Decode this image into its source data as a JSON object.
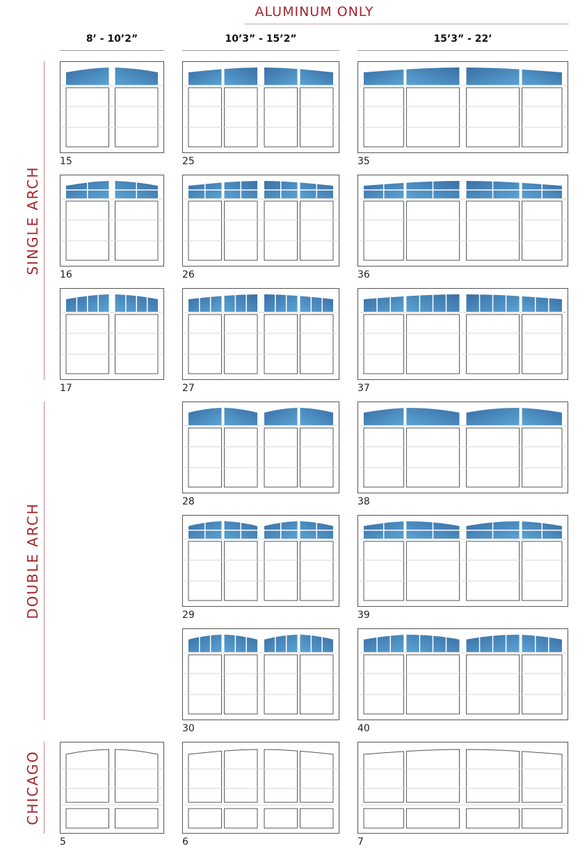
{
  "header": {
    "title": "ALUMINUM ONLY"
  },
  "columns": [
    {
      "label": "8’ - 10’2”"
    },
    {
      "label": "10’3” - 15’2”"
    },
    {
      "label": "15’3” - 22’"
    }
  ],
  "sections": [
    {
      "label": "SINGLE ARCH"
    },
    {
      "label": "DOUBLE ARCH"
    },
    {
      "label": "CHICAGO"
    }
  ],
  "doors": [
    {
      "number": "15",
      "col": 0,
      "row": 0,
      "arch": "single",
      "grid": "full"
    },
    {
      "number": "25",
      "col": 1,
      "row": 0,
      "arch": "single",
      "grid": "full"
    },
    {
      "number": "35",
      "col": 2,
      "row": 0,
      "arch": "single",
      "grid": "full"
    },
    {
      "number": "16",
      "col": 0,
      "row": 1,
      "arch": "single",
      "grid": "hsplit"
    },
    {
      "number": "26",
      "col": 1,
      "row": 1,
      "arch": "single",
      "grid": "hsplit"
    },
    {
      "number": "36",
      "col": 2,
      "row": 1,
      "arch": "single",
      "grid": "hsplit"
    },
    {
      "number": "17",
      "col": 0,
      "row": 2,
      "arch": "single",
      "grid": "vbars"
    },
    {
      "number": "27",
      "col": 1,
      "row": 2,
      "arch": "single",
      "grid": "vbars"
    },
    {
      "number": "37",
      "col": 2,
      "row": 2,
      "arch": "single",
      "grid": "vbars"
    },
    {
      "number": "28",
      "col": 1,
      "row": 3,
      "arch": "double",
      "grid": "full"
    },
    {
      "number": "38",
      "col": 2,
      "row": 3,
      "arch": "double",
      "grid": "full"
    },
    {
      "number": "29",
      "col": 1,
      "row": 4,
      "arch": "double",
      "grid": "hsplit"
    },
    {
      "number": "39",
      "col": 2,
      "row": 4,
      "arch": "double",
      "grid": "hsplit"
    },
    {
      "number": "30",
      "col": 1,
      "row": 5,
      "arch": "double",
      "grid": "vbars"
    },
    {
      "number": "40",
      "col": 2,
      "row": 5,
      "arch": "double",
      "grid": "vbars"
    },
    {
      "number": "5",
      "col": 0,
      "row": 6,
      "arch": "chicago",
      "grid": "none"
    },
    {
      "number": "6",
      "col": 1,
      "row": 6,
      "arch": "chicago",
      "grid": "none"
    },
    {
      "number": "7",
      "col": 2,
      "row": 6,
      "arch": "chicago",
      "grid": "none"
    }
  ],
  "colors": {
    "accent": "#a4262c",
    "glass_dark": "#3a6fa5",
    "glass_light": "#5aa3d4"
  }
}
